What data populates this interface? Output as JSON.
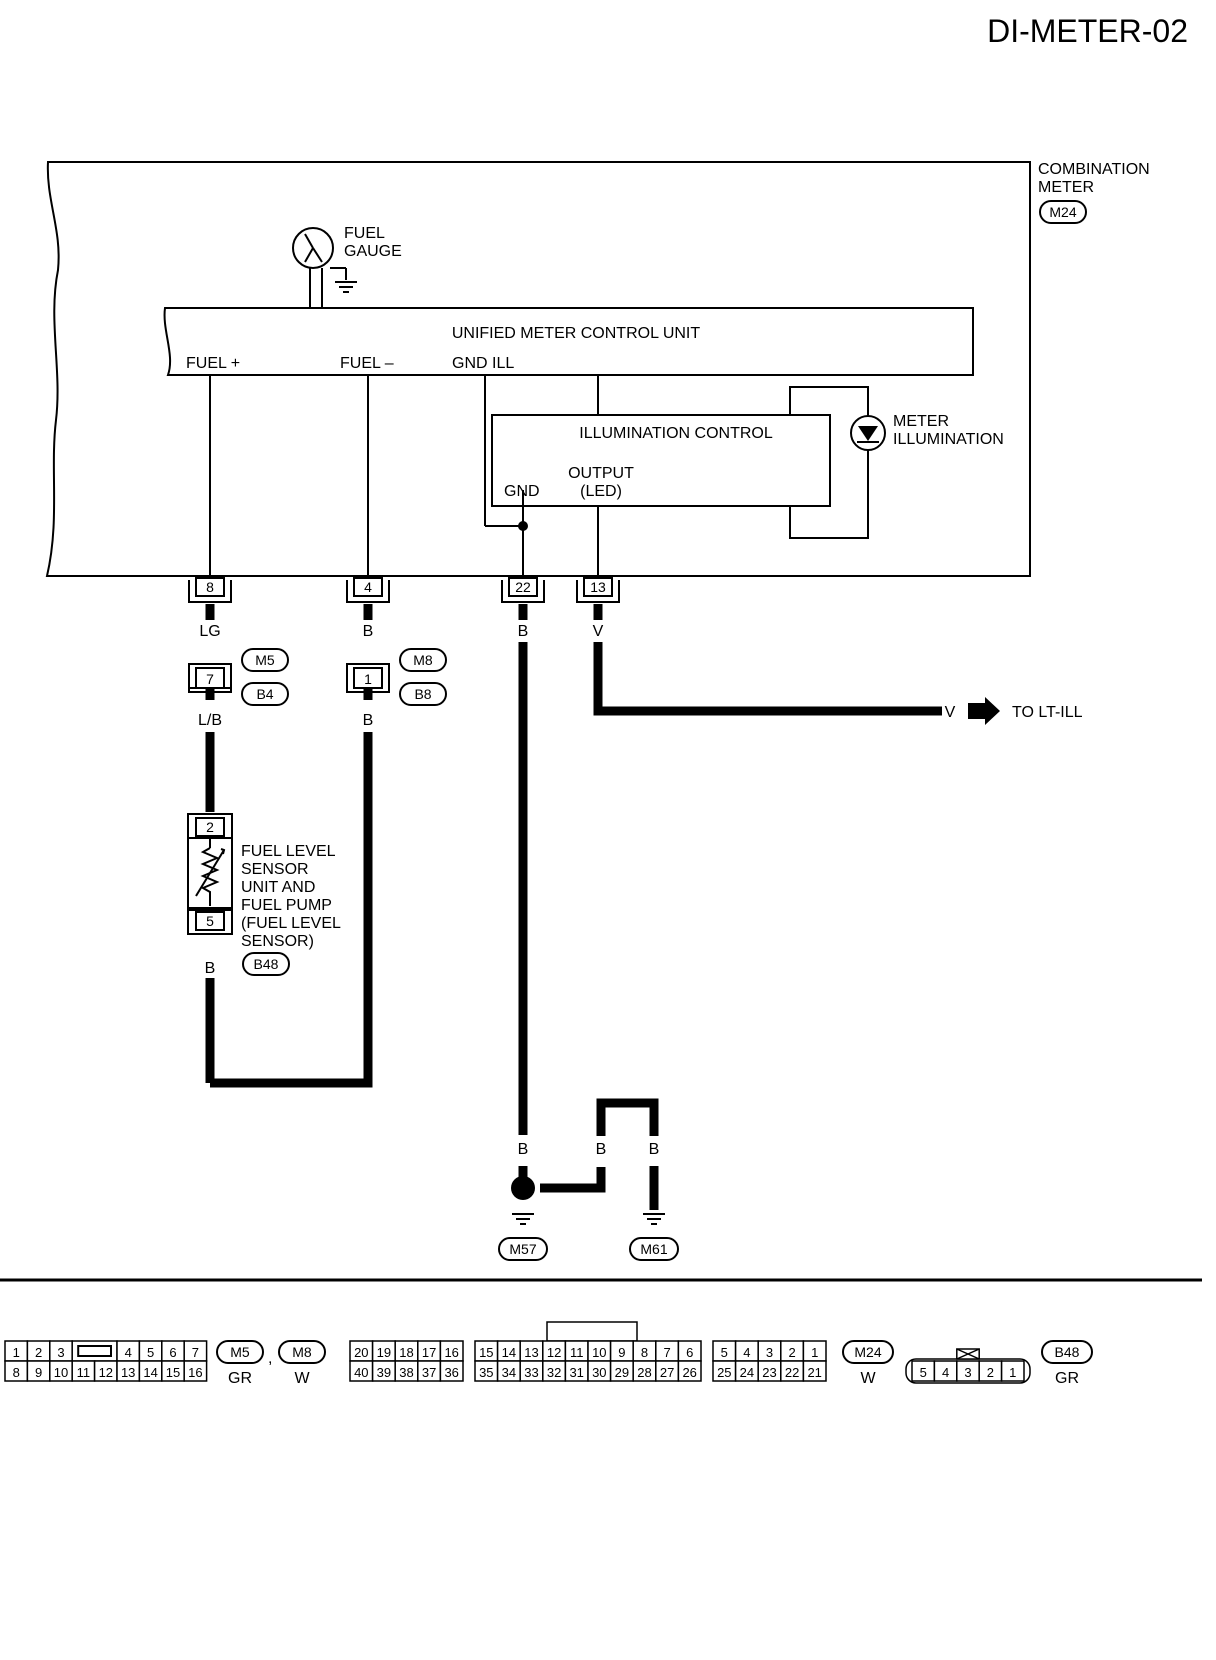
{
  "title": "DI-METER-02",
  "combination_meter": {
    "label_line1": "COMBINATION",
    "label_line2": "METER",
    "connector": "M24"
  },
  "fuel_gauge": {
    "line1": "FUEL",
    "line2": "GAUGE"
  },
  "control_unit": {
    "title": "UNIFIED METER CONTROL UNIT",
    "pins": {
      "fuel_plus": "FUEL +",
      "fuel_minus": "FUEL –",
      "gnd_ill": "GND ILL"
    }
  },
  "illumination_control": {
    "title": "ILLUMINATION CONTROL",
    "gnd": "GND",
    "output_line1": "OUTPUT",
    "output_line2": "(LED)"
  },
  "meter_illumination": {
    "line1": "METER",
    "line2": "ILLUMINATION"
  },
  "terminals": {
    "t8": "8",
    "t4": "4",
    "t22": "22",
    "t13": "13"
  },
  "wires": {
    "w8_top": "LG",
    "w4_top": "B",
    "w22": "B",
    "w13": "V",
    "w8_bottom": "L/B",
    "w4_bottom": "B",
    "sensor_bottom": "B",
    "arrow_color": "V",
    "gnd_b1": "B",
    "gnd_b2": "B",
    "gnd_b3": "B"
  },
  "inline_connectors": {
    "c1_pin": "7",
    "c1_top": "M5",
    "c1_bottom": "B4",
    "c2_pin": "1",
    "c2_top": "M8",
    "c2_bottom": "B8"
  },
  "to_lt_ill": "TO LT-ILL",
  "sensor": {
    "pin_top": "2",
    "pin_bottom": "5",
    "lines": [
      "FUEL LEVEL",
      "SENSOR",
      "UNIT AND",
      "FUEL PUMP",
      "(FUEL LEVEL",
      "SENSOR)"
    ],
    "connector": "B48"
  },
  "grounds": {
    "g1": "M57",
    "g2": "M61"
  },
  "connector_views": {
    "m5_m8": {
      "row1": [
        "1",
        "2",
        "3",
        "",
        "4",
        "5",
        "6",
        "7"
      ],
      "row2": [
        "8",
        "9",
        "10",
        "11",
        "12",
        "13",
        "14",
        "15",
        "16"
      ],
      "tag1": "M5",
      "sep": ",",
      "tag2": "M8",
      "color1": "GR",
      "color2": "W"
    },
    "m24": {
      "row1": [
        "20",
        "19",
        "18",
        "17",
        "16",
        "15",
        "14",
        "13",
        "12",
        "11",
        "10",
        "9",
        "8",
        "7",
        "6",
        "5",
        "4",
        "3",
        "2",
        "1"
      ],
      "row2": [
        "40",
        "39",
        "38",
        "37",
        "36",
        "35",
        "34",
        "33",
        "32",
        "31",
        "30",
        "29",
        "28",
        "27",
        "26",
        "25",
        "24",
        "23",
        "22",
        "21"
      ],
      "tag": "M24",
      "color": "W"
    },
    "b48": {
      "row": [
        "5",
        "4",
        "3",
        "2",
        "1"
      ],
      "tag": "B48",
      "color": "GR"
    }
  }
}
